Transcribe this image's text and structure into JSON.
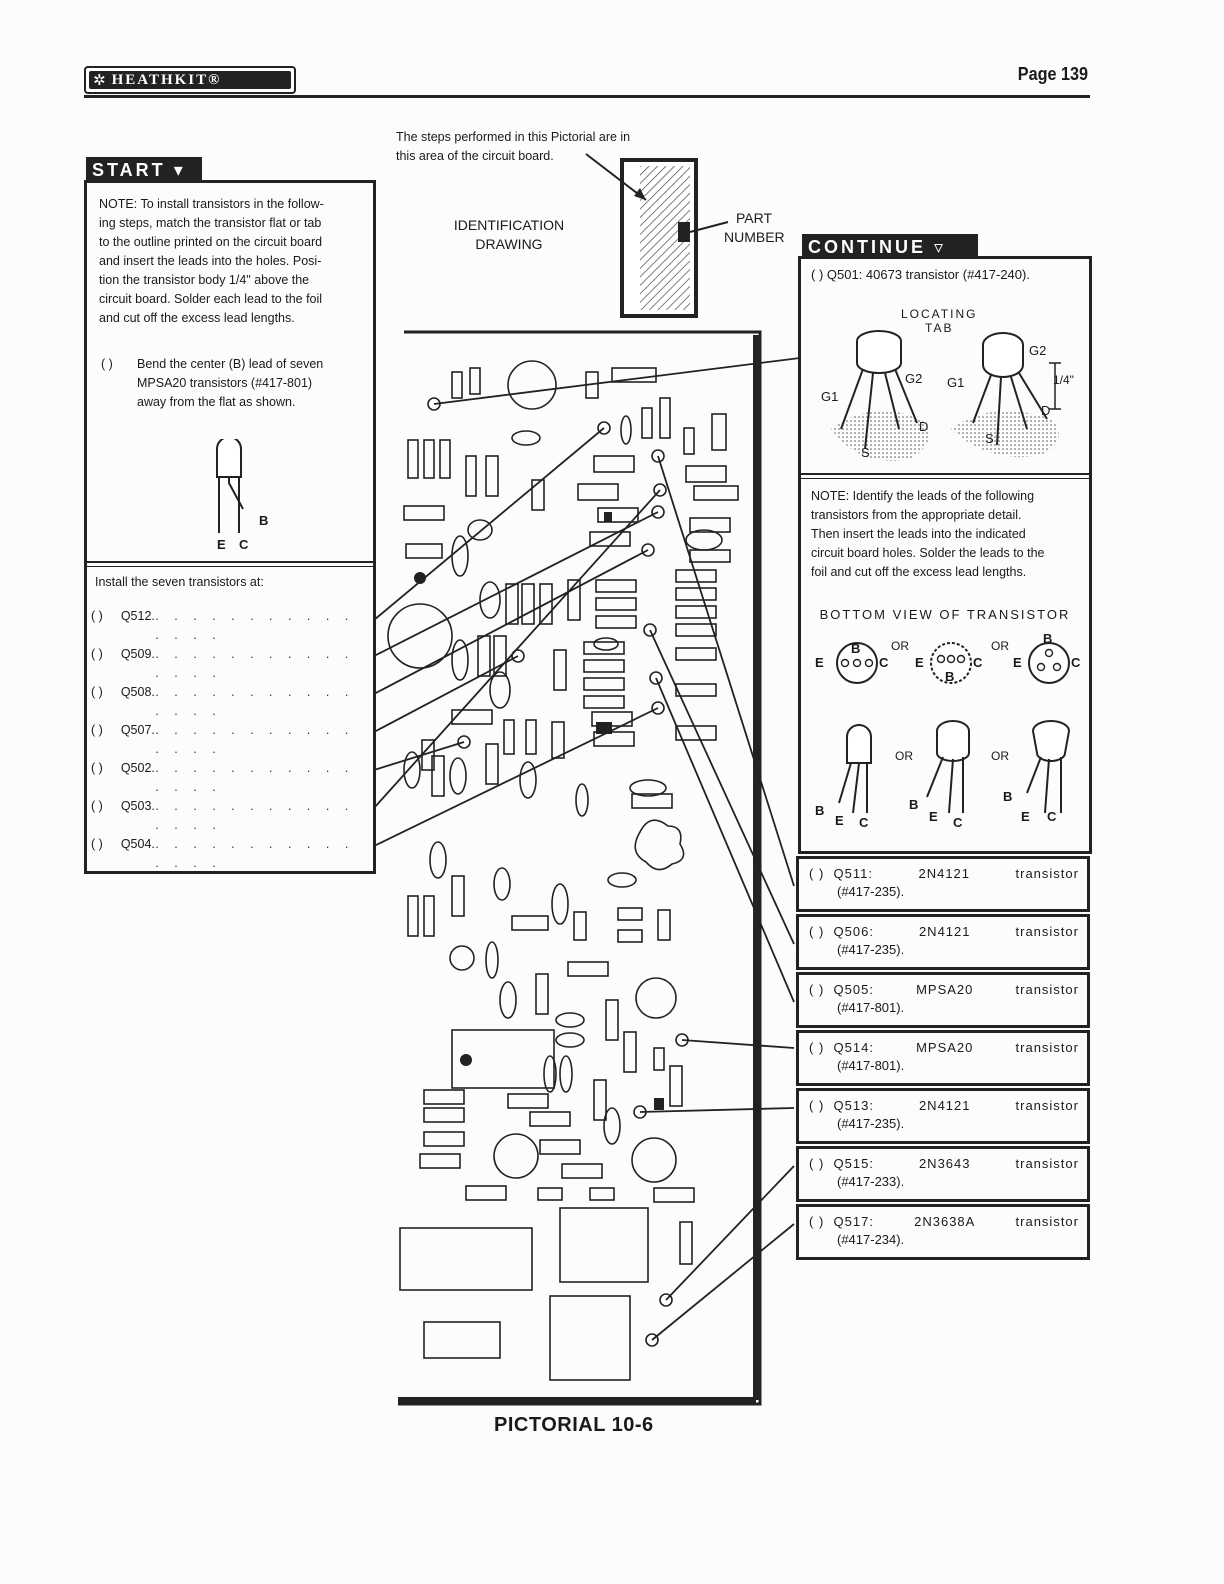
{
  "header": {
    "brand": "HEATHKIT®",
    "page": "Page 139"
  },
  "top_note": {
    "line1": "The steps performed in this Pictorial are in",
    "line2": "this area of the circuit board."
  },
  "identification": {
    "line1": "IDENTIFICATION",
    "line2": "DRAWING",
    "part1": "PART",
    "part2": "NUMBER"
  },
  "start": {
    "badge": "START",
    "note_lines": [
      "NOTE: To install transistors in the follow-",
      "ing steps, match the transistor flat or tab",
      "to the outline printed on the circuit board",
      "and insert the leads into the holes. Posi-",
      "tion the transistor body 1/4\" above the",
      "circuit board. Solder each lead to the foil",
      "and cut off the excess lead lengths."
    ],
    "bend_check": "( )",
    "bend_lines": [
      "Bend the center (B) lead of seven",
      "MPSA20 transistors (#417-801)",
      "away from the flat as shown."
    ],
    "lead_e": "E",
    "lead_c": "C",
    "lead_b": "B",
    "install_title": "Install the seven transistors at:",
    "install_items": [
      {
        "check": "( )",
        "label": "Q512."
      },
      {
        "check": "( )",
        "label": "Q509."
      },
      {
        "check": "( )",
        "label": "Q508."
      },
      {
        "check": "( )",
        "label": "Q507."
      },
      {
        "check": "( )",
        "label": "Q502."
      },
      {
        "check": "( )",
        "label": "Q503."
      },
      {
        "check": "( )",
        "label": "Q504."
      }
    ]
  },
  "continue": {
    "badge": "CONTINUE",
    "q501": "( ) Q501: 40673 transistor (#417-240).",
    "locating1": "LOCATING",
    "locating2": "TAB",
    "g1": "G1",
    "g2": "G2",
    "d": "D",
    "s": "S",
    "quarter": "1/4\"",
    "note_lines": [
      "NOTE: Identify the leads of the following",
      "transistors from the appropriate detail.",
      "Then insert the leads into the indicated",
      "circuit board holes. Solder the leads to the",
      "foil and cut off the excess lead lengths."
    ],
    "bottom_view": "BOTTOM VIEW OF TRANSISTOR",
    "or": "OR",
    "pin_e": "E",
    "pin_b": "B",
    "pin_c": "C",
    "items": [
      {
        "check": "( )",
        "id": "Q511:",
        "type": "2N4121",
        "word": "transistor",
        "part": "(#417-235)."
      },
      {
        "check": "( )",
        "id": "Q506:",
        "type": "2N4121",
        "word": "transistor",
        "part": "(#417-235)."
      },
      {
        "check": "( )",
        "id": "Q505:",
        "type": "MPSA20",
        "word": "transistor",
        "part": "(#417-801)."
      },
      {
        "check": "( )",
        "id": "Q514:",
        "type": "MPSA20",
        "word": "transistor",
        "part": "(#417-801)."
      },
      {
        "check": "( )",
        "id": "Q513:",
        "type": "2N4121",
        "word": "transistor",
        "part": "(#417-235)."
      },
      {
        "check": "( )",
        "id": "Q515:",
        "type": "2N3643",
        "word": "transistor",
        "part": "(#417-233)."
      },
      {
        "check": "( )",
        "id": "Q517:",
        "type": "2N3638A",
        "word": "transistor",
        "part": "(#417-234)."
      }
    ]
  },
  "caption": "PICTORIAL 10-6"
}
